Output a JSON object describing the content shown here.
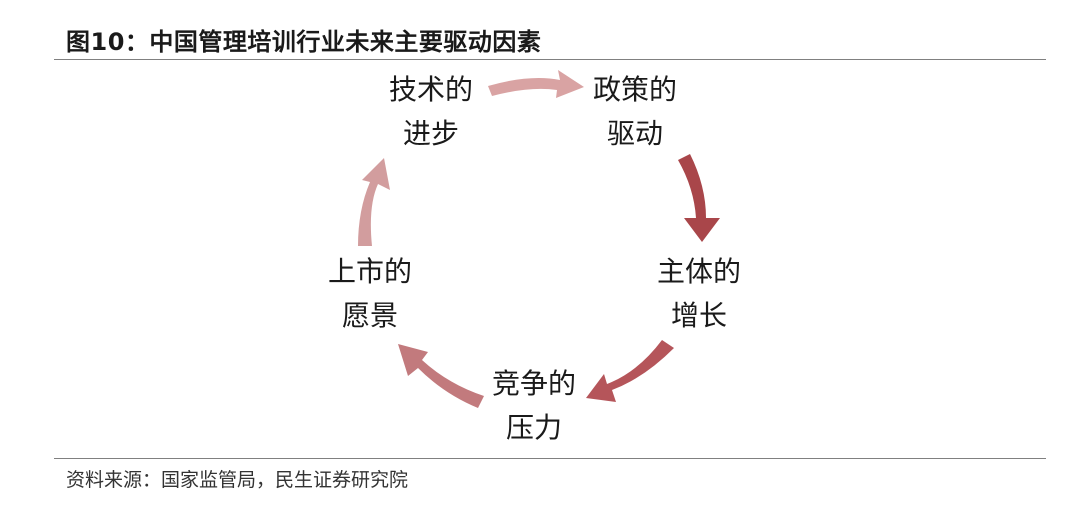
{
  "header": {
    "title": "图10：中国管理培训行业未来主要驱动因素"
  },
  "footer": {
    "source": "资料来源：国家监管局，民生证券研究院"
  },
  "diagram": {
    "nodes": [
      {
        "line1": "技术的",
        "line2": "进步"
      },
      {
        "line1": "政策的",
        "line2": "驱动"
      },
      {
        "line1": "主体的",
        "line2": "增长"
      },
      {
        "line1": "竞争的",
        "line2": "压力"
      },
      {
        "line1": "上市的",
        "line2": "愿景"
      }
    ],
    "arrow_colors": {
      "technology_to_policy": "#d9a3a3",
      "policy_to_subject": "#a9464a",
      "subject_to_competition": "#b5555a",
      "competition_to_listing": "#c27a7d",
      "listing_to_technology": "#d29d9e"
    }
  }
}
